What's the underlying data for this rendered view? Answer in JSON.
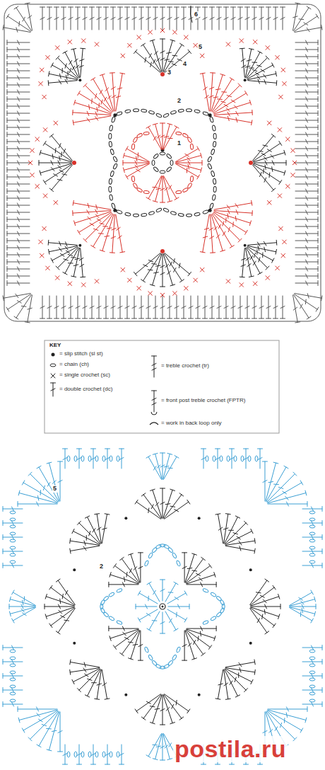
{
  "diagram": {
    "labels": [
      "6",
      "5",
      "4",
      "3",
      "2",
      "1",
      "KEY",
      "5",
      "2",
      "postila.ru"
    ],
    "legend": [
      {
        "text": "= slip stitch (sl st)"
      },
      {
        "text": "= chain (ch)"
      },
      {
        "text": "= single crochet (sc)"
      },
      {
        "text": "= double crochet (dc)"
      },
      {
        "text": "= treble crochet (tr)"
      },
      {
        "text": "= front post treble crochet (FPTR)"
      },
      {
        "text": "= work in back loop only"
      }
    ]
  }
}
